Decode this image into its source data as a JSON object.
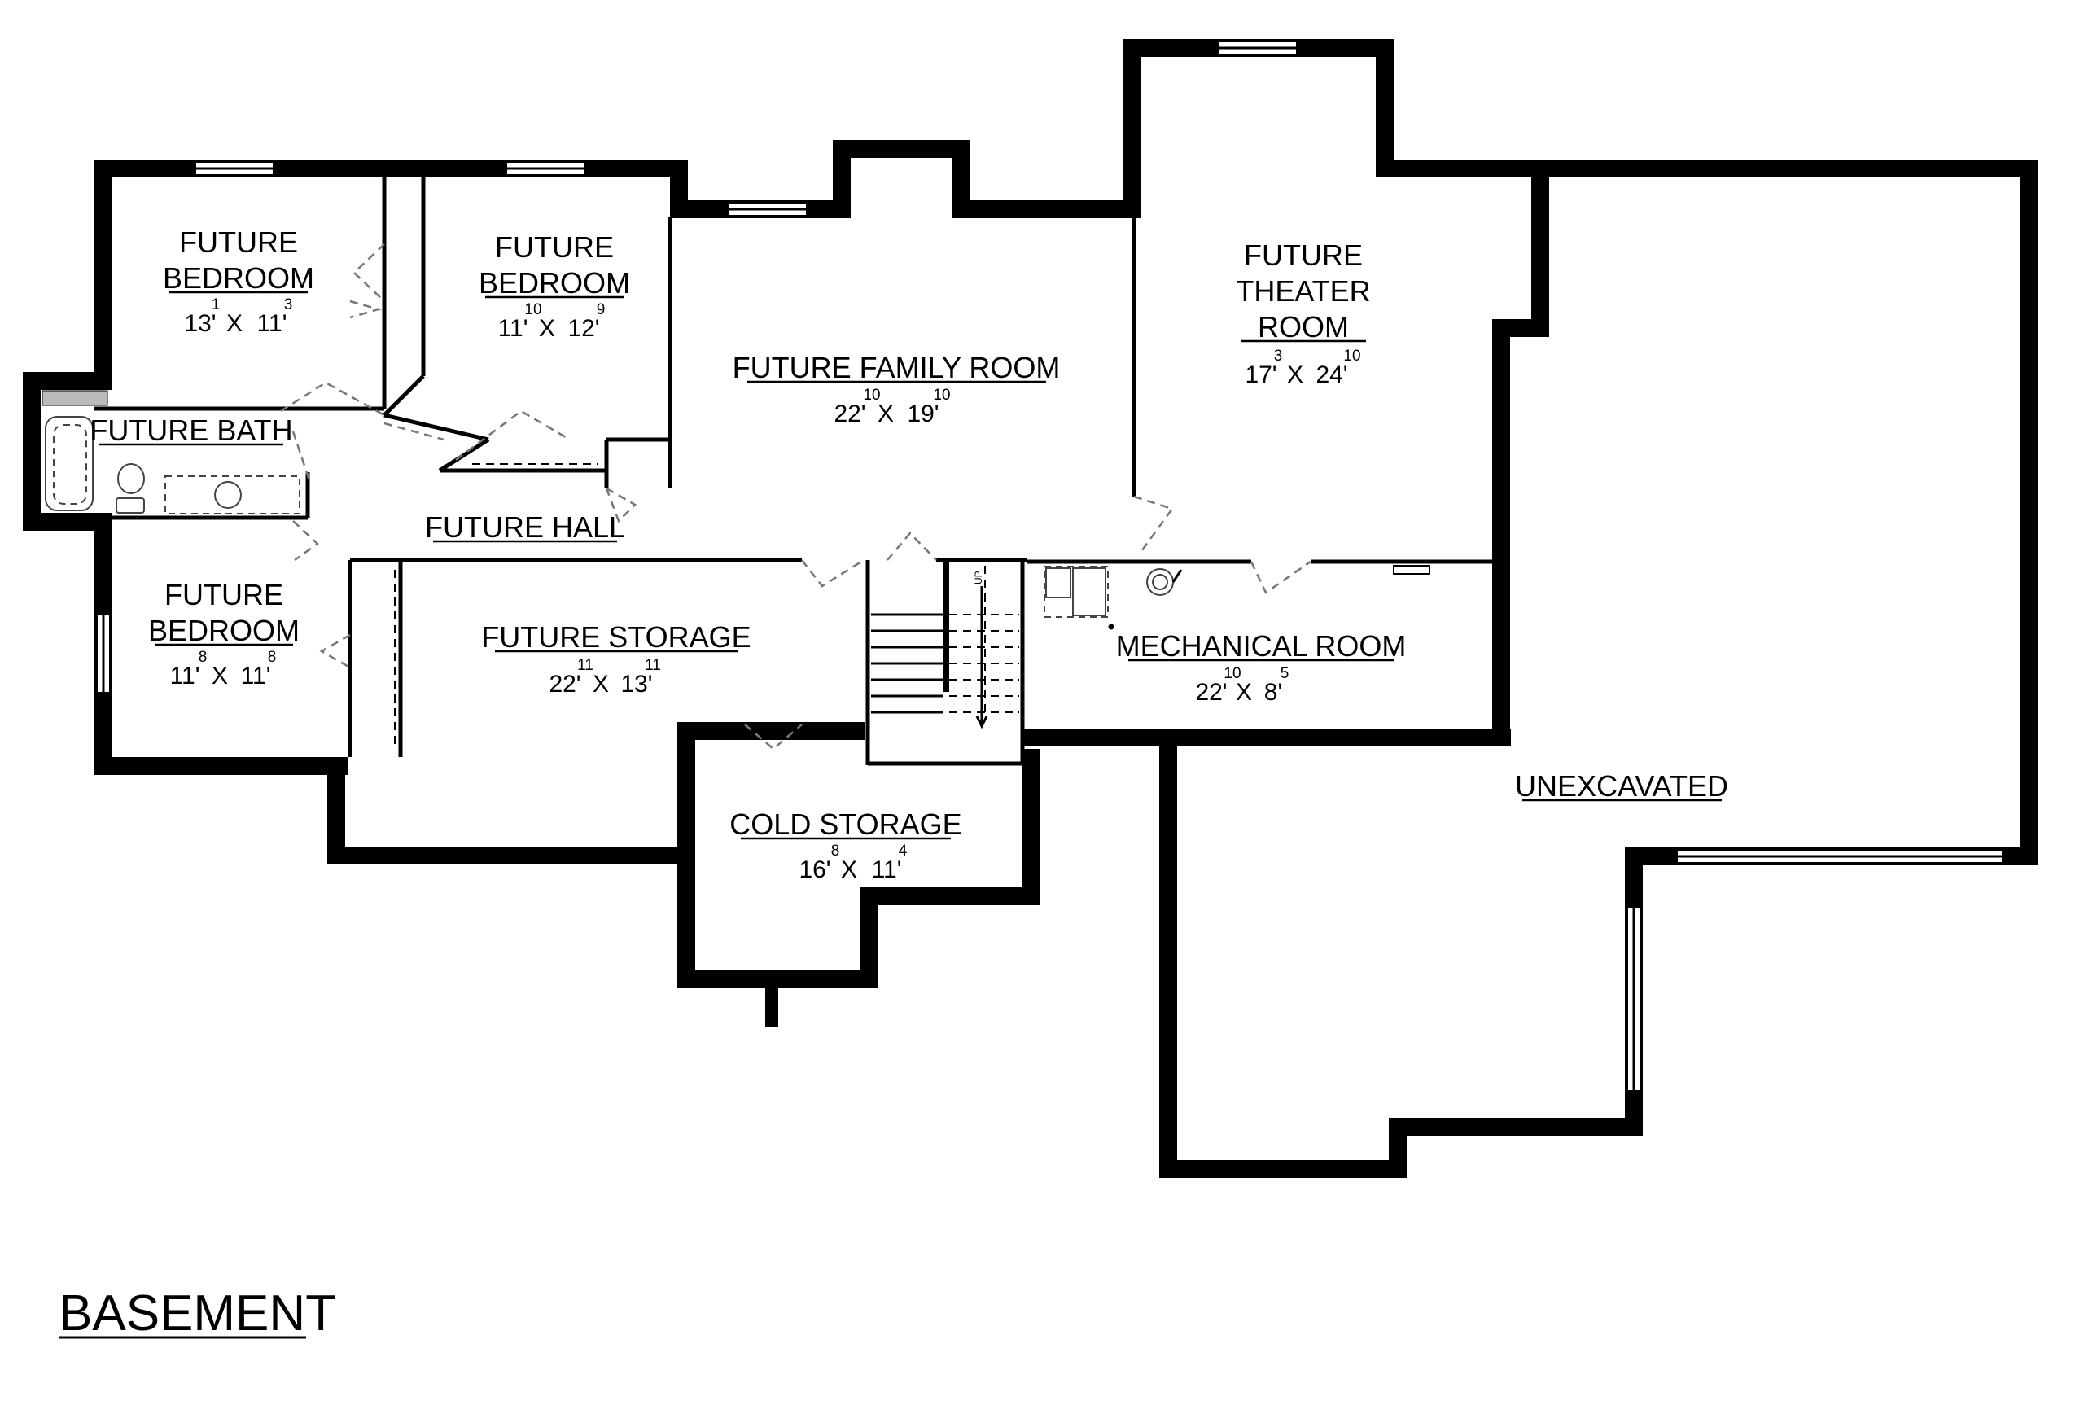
{
  "plan_title": "BASEMENT",
  "rooms": {
    "bedroom1": {
      "line1": "FUTURE",
      "line2": "BEDROOM",
      "w_ft": "13'",
      "w_in": "1",
      "d_ft": "11'",
      "d_in": "3",
      "sep": "X"
    },
    "bedroom2": {
      "line1": "FUTURE",
      "line2": "BEDROOM",
      "w_ft": "11'",
      "w_in": "10",
      "d_ft": "12'",
      "d_in": "9",
      "sep": "X"
    },
    "family": {
      "name": "FUTURE FAMILY ROOM",
      "w_ft": "22'",
      "w_in": "10",
      "d_ft": "19'",
      "d_in": "10",
      "sep": "X"
    },
    "theater": {
      "line1": "FUTURE",
      "line2": "THEATER",
      "line3": "ROOM",
      "w_ft": "17'",
      "w_in": "3",
      "d_ft": "24'",
      "d_in": "10",
      "sep": "X"
    },
    "bath": {
      "name": "FUTURE BATH"
    },
    "hall": {
      "name": "FUTURE HALL"
    },
    "bedroom3": {
      "line1": "FUTURE",
      "line2": "BEDROOM",
      "w_ft": "11'",
      "w_in": "8",
      "d_ft": "11'",
      "d_in": "8",
      "sep": "X"
    },
    "storage": {
      "name": "FUTURE STORAGE",
      "w_ft": "22'",
      "w_in": "11",
      "d_ft": "13'",
      "d_in": "11",
      "sep": "X"
    },
    "mechanical": {
      "name": "MECHANICAL ROOM",
      "w_ft": "22'",
      "w_in": "10",
      "d_ft": "8'",
      "d_in": "5",
      "sep": "X"
    },
    "cold": {
      "name": "COLD STORAGE",
      "w_ft": "16'",
      "w_in": "8",
      "d_ft": "11'",
      "d_in": "4",
      "sep": "X"
    },
    "unexcavated": {
      "name": "UNEXCAVATED"
    }
  },
  "stair_label": "UP"
}
